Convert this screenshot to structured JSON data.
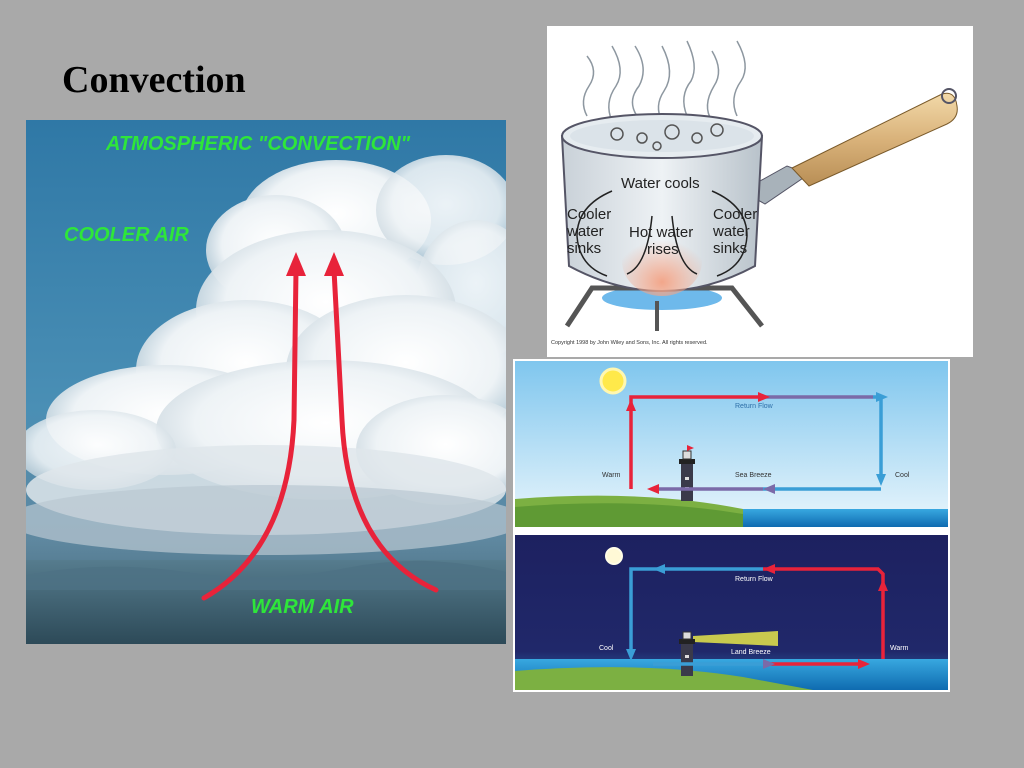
{
  "slide": {
    "title": "Convection"
  },
  "cloud_panel": {
    "heading": "ATMOSPHERIC \"CONVECTION\"",
    "cooler_label": "COOLER AIR",
    "warm_label": "WARM AIR"
  },
  "pot_panel": {
    "water_cools": "Water cools",
    "left_label": [
      "Cooler",
      "water",
      "sinks"
    ],
    "center_label": [
      "Hot water",
      "rises"
    ],
    "right_label": [
      "Cooler",
      "water",
      "sinks"
    ],
    "copyright": "Copyright 1998 by John Wiley and Sons, Inc.  All rights reserved."
  },
  "breeze_panel": {
    "day": {
      "return_flow": "Return Flow",
      "warm": "Warm",
      "cool": "Cool",
      "breeze": "Sea Breeze"
    },
    "night": {
      "return_flow": "Return Flow",
      "warm": "Warm",
      "cool": "Cool",
      "breeze": "Land Breeze"
    }
  },
  "colors": {
    "background": "#a9a9a9",
    "label_green": "#2ee63a",
    "arrow_red": "#e8233a",
    "arrow_blue": "#3a9ed6"
  }
}
